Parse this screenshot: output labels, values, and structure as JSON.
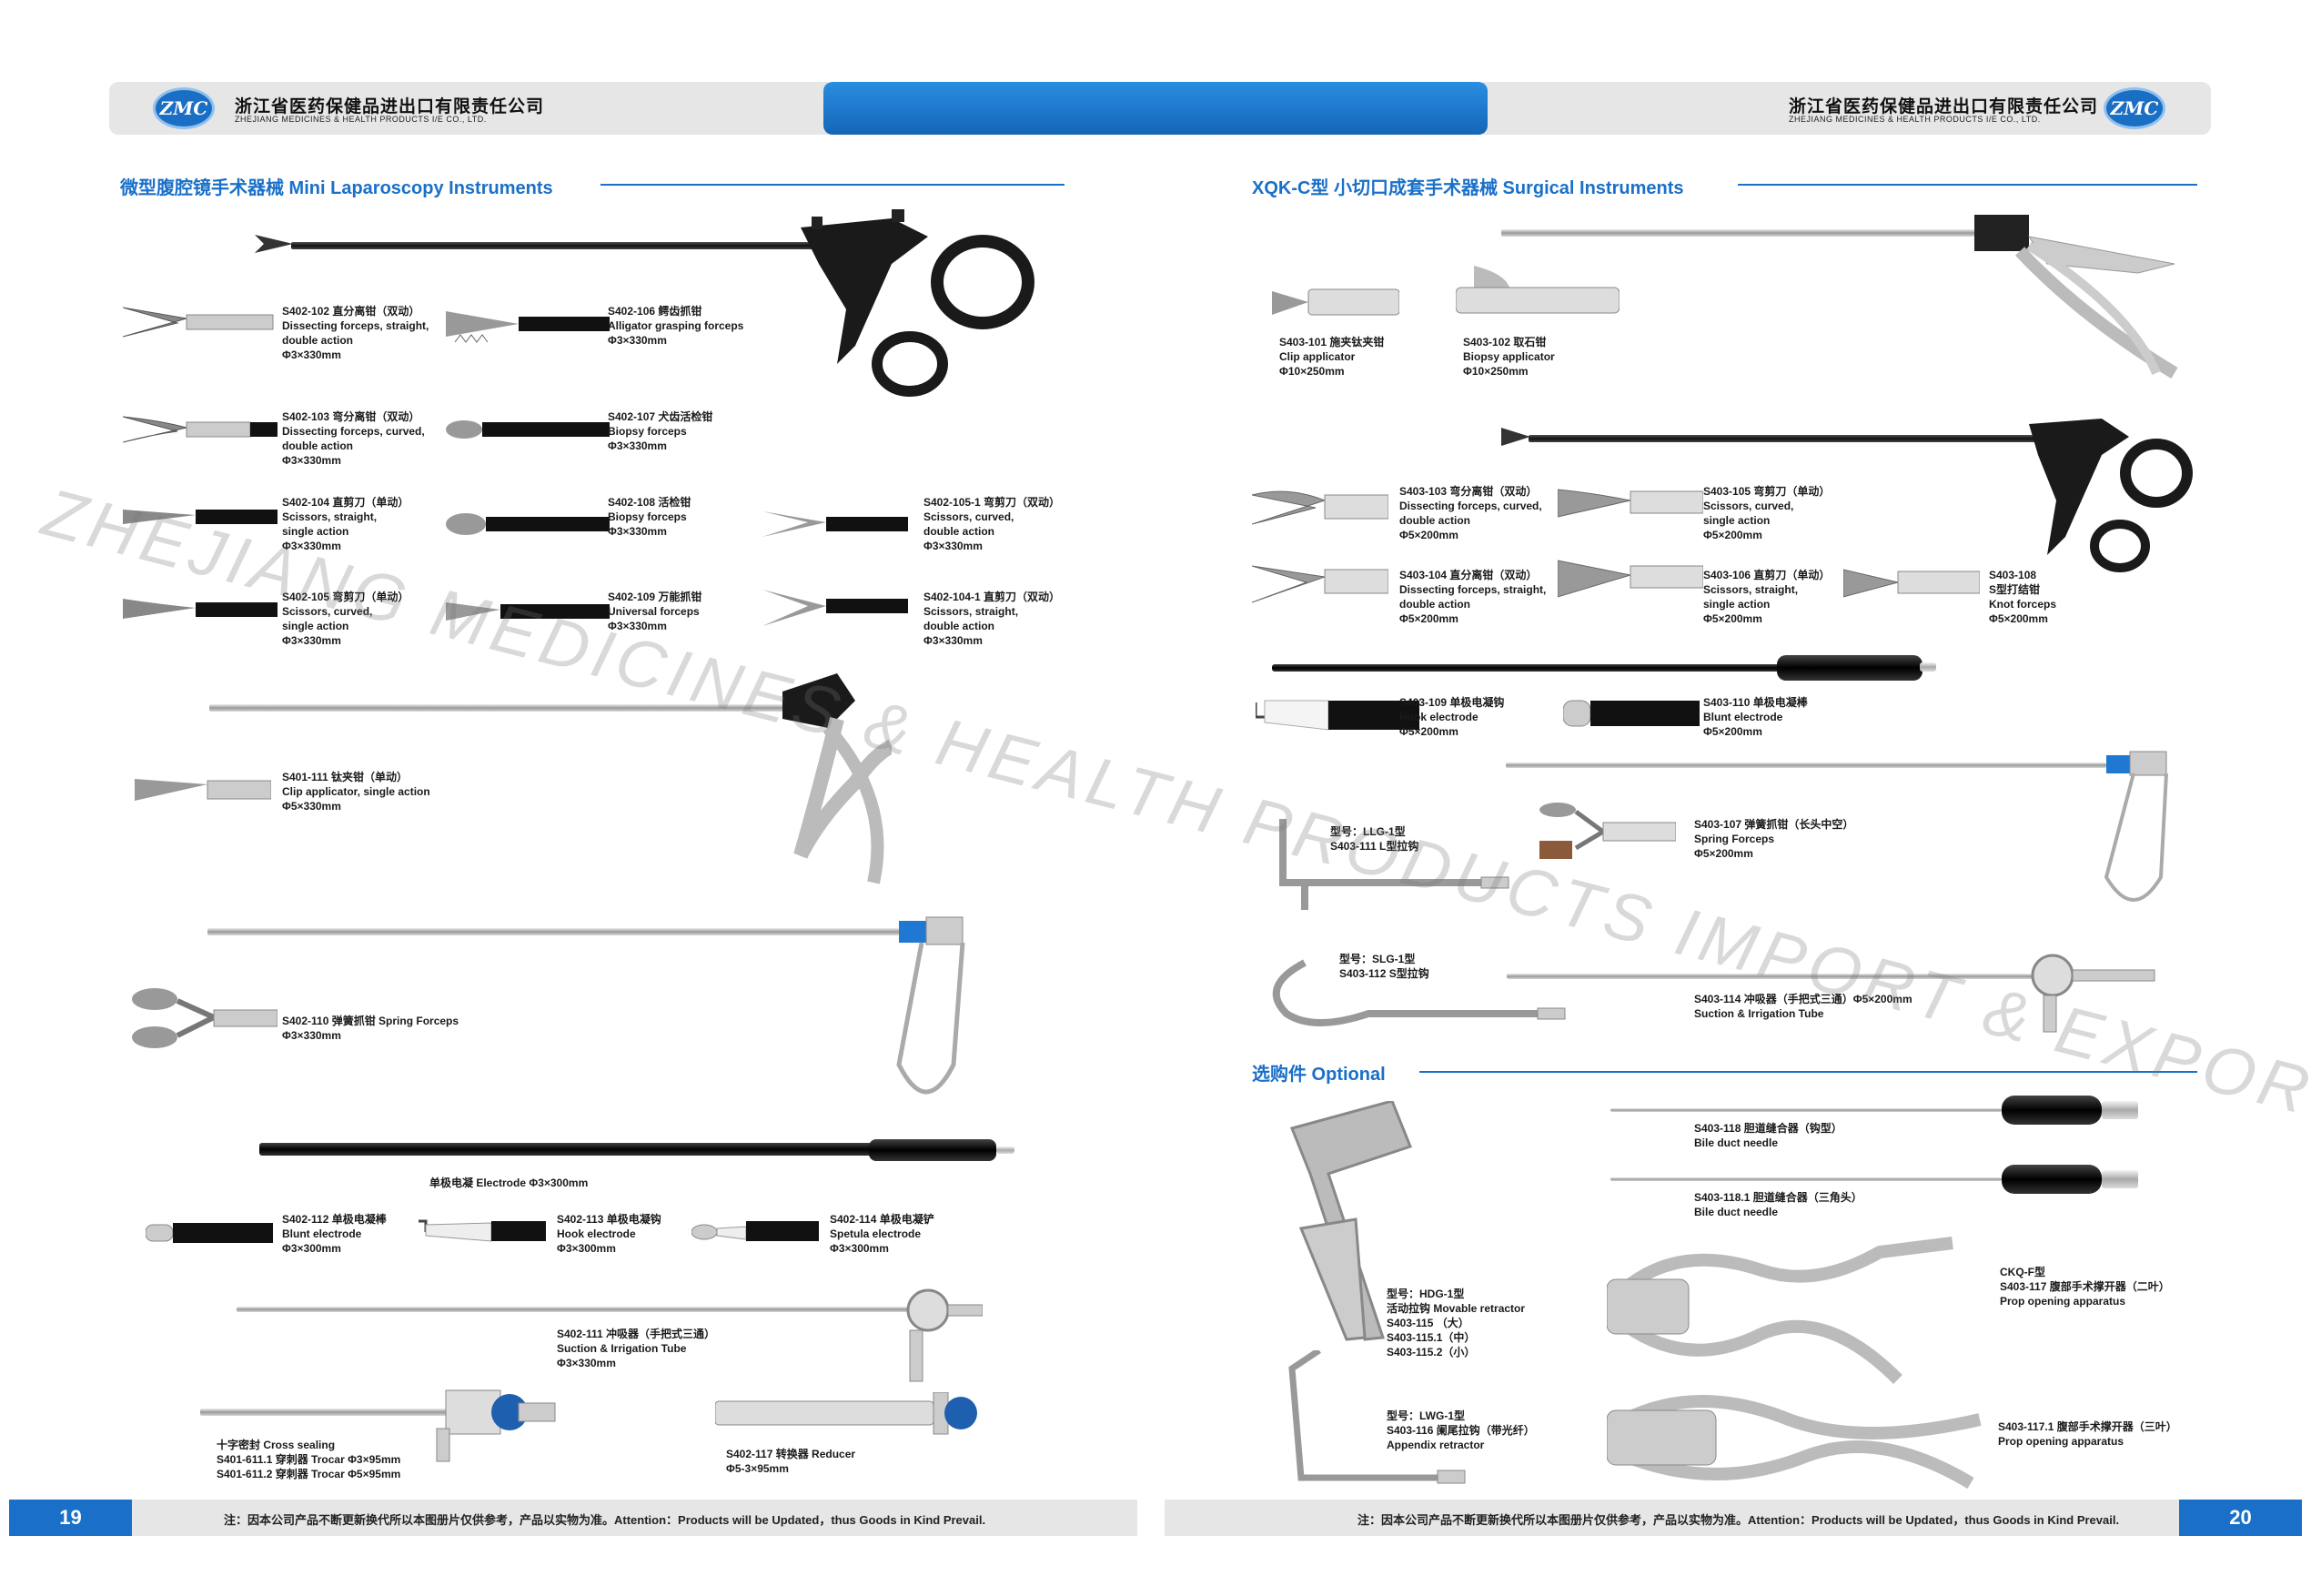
{
  "header": {
    "company_cn": "浙江省医药保健品进出口有限责任公司",
    "company_en": "ZHEJIANG MEDICINES & HEALTH PRODUCTS I/E CO., LTD.",
    "logo_text": "ZMC"
  },
  "watermark": "ZHEJIANG MEDICINES & HEALTH PRODUCTS IMPORT & EXPORT CO., LTD.",
  "left_page": {
    "section_title": "微型腹腔镜手术器械 Mini Laparoscopy Instruments",
    "items": [
      {
        "lines": [
          "S402-102 直分离钳（双动）",
          "Dissecting forceps, straight,",
          "double action",
          "Φ3×330mm"
        ]
      },
      {
        "lines": [
          "S402-106 鳄齿抓钳",
          "Alligator grasping forceps",
          "Φ3×330mm"
        ]
      },
      {
        "lines": [
          "S402-103 弯分离钳（双动）",
          "Dissecting forceps, curved,",
          "double action",
          "Φ3×330mm"
        ]
      },
      {
        "lines": [
          "S402-107 犬齿活检钳",
          "Biopsy forceps",
          "Φ3×330mm"
        ]
      },
      {
        "lines": [
          "S402-104 直剪刀（单动）",
          "Scissors, straight,",
          "single action",
          "Φ3×330mm"
        ]
      },
      {
        "lines": [
          "S402-108 活检钳",
          "Biopsy forceps",
          "Φ3×330mm"
        ]
      },
      {
        "lines": [
          "S402-105-1 弯剪刀（双动）",
          "Scissors, curved,",
          "double action",
          "Φ3×330mm"
        ]
      },
      {
        "lines": [
          "S402-105 弯剪刀（单动）",
          "Scissors, curved,",
          "single action",
          "Φ3×330mm"
        ]
      },
      {
        "lines": [
          "S402-109 万能抓钳",
          "Universal forceps",
          "Φ3×330mm"
        ]
      },
      {
        "lines": [
          "S402-104-1 直剪刀（双动）",
          "Scissors, straight,",
          "double action",
          "Φ3×330mm"
        ]
      },
      {
        "lines": [
          "S401-111 钛夹钳（单动）",
          "Clip applicator, single action",
          "Φ5×330mm"
        ]
      },
      {
        "lines": [
          "S402-110 弹簧抓钳 Spring Forceps",
          "Φ3×330mm"
        ]
      },
      {
        "lines": [
          "单极电凝 Electrode Φ3×300mm"
        ]
      },
      {
        "lines": [
          "S402-112 单极电凝棒",
          "Blunt electrode",
          "Φ3×300mm"
        ]
      },
      {
        "lines": [
          "S402-113 单极电凝钩",
          "Hook electrode",
          "Φ3×300mm"
        ]
      },
      {
        "lines": [
          "S402-114 单极电凝铲",
          "Spetula electrode",
          "Φ3×300mm"
        ]
      },
      {
        "lines": [
          "S402-111 冲吸器（手把式三通）",
          "Suction & Irrigation Tube",
          "Φ3×330mm"
        ]
      },
      {
        "lines": [
          "十字密封 Cross sealing",
          "S401-611.1 穿刺器 Trocar Φ3×95mm",
          "S401-611.2 穿刺器 Trocar Φ5×95mm"
        ]
      },
      {
        "lines": [
          "S402-117 转换器 Reducer",
          "Φ5-3×95mm"
        ]
      }
    ],
    "page_number": "19"
  },
  "right_page": {
    "section_title": "XQK-C型 小切口成套手术器械 Surgical Instruments",
    "optional_title": "选购件 Optional",
    "items": [
      {
        "lines": [
          "S403-101 施夹钛夹钳",
          "Clip applicator",
          "Φ10×250mm"
        ]
      },
      {
        "lines": [
          "S403-102 取石钳",
          "Biopsy applicator",
          "Φ10×250mm"
        ]
      },
      {
        "lines": [
          "S403-103 弯分离钳（双动）",
          "Dissecting forceps, curved,",
          "double action",
          "Φ5×200mm"
        ]
      },
      {
        "lines": [
          "S403-105 弯剪刀（单动）",
          "Scissors, curved,",
          "single action",
          "Φ5×200mm"
        ]
      },
      {
        "lines": [
          "S403-104 直分离钳（双动）",
          "Dissecting forceps, straight,",
          "double action",
          "Φ5×200mm"
        ]
      },
      {
        "lines": [
          "S403-106 直剪刀（单动）",
          "Scissors, straight,",
          "single action",
          "Φ5×200mm"
        ]
      },
      {
        "lines": [
          "S403-108",
          "S型打结钳",
          "Knot forceps",
          "Φ5×200mm"
        ]
      },
      {
        "lines": [
          "S403-109 单极电凝钩",
          "Hook electrode",
          "Φ5×200mm"
        ]
      },
      {
        "lines": [
          "S403-110 单极电凝棒",
          "Blunt electrode",
          "Φ5×200mm"
        ]
      },
      {
        "lines": [
          "型号：LLG-1型",
          "S403-111 L型拉钩"
        ]
      },
      {
        "lines": [
          "S403-107 弹簧抓钳（长头中空）",
          "Spring Forceps",
          "Φ5×200mm"
        ]
      },
      {
        "lines": [
          "型号：SLG-1型",
          "S403-112 S型拉钩"
        ]
      },
      {
        "lines": [
          "S403-114 冲吸器（手把式三通）Φ5×200mm",
          "Suction & Irrigation Tube"
        ]
      },
      {
        "lines": [
          "S403-118 胆道缝合器（钩型）",
          "Bile duct needle"
        ]
      },
      {
        "lines": [
          "S403-118.1 胆道缝合器（三角头）",
          "Bile duct needle"
        ]
      },
      {
        "lines": [
          "型号：HDG-1型",
          "活动拉钩 Movable retractor",
          "S403-115 （大）",
          "S403-115.1（中）",
          "S403-115.2（小）"
        ]
      },
      {
        "lines": [
          "CKQ-F型",
          "S403-117 腹部手术撑开器（二叶）",
          "Prop opening apparatus"
        ]
      },
      {
        "lines": [
          "型号：LWG-1型",
          "S403-116 阑尾拉钩（带光纤）",
          "Appendix retractor"
        ]
      },
      {
        "lines": [
          "S403-117.1 腹部手术撑开器（三叶）",
          "Prop opening apparatus"
        ]
      }
    ],
    "page_number": "20"
  },
  "footer": {
    "notice": "注：因本公司产品不断更新换代所以本图册片仅供参考，产品以实物为准。Attention：Products will be Updated，thus Goods in Kind Prevail."
  },
  "colors": {
    "accent": "#1a70c8",
    "header_bar": "#e6e6e6"
  }
}
